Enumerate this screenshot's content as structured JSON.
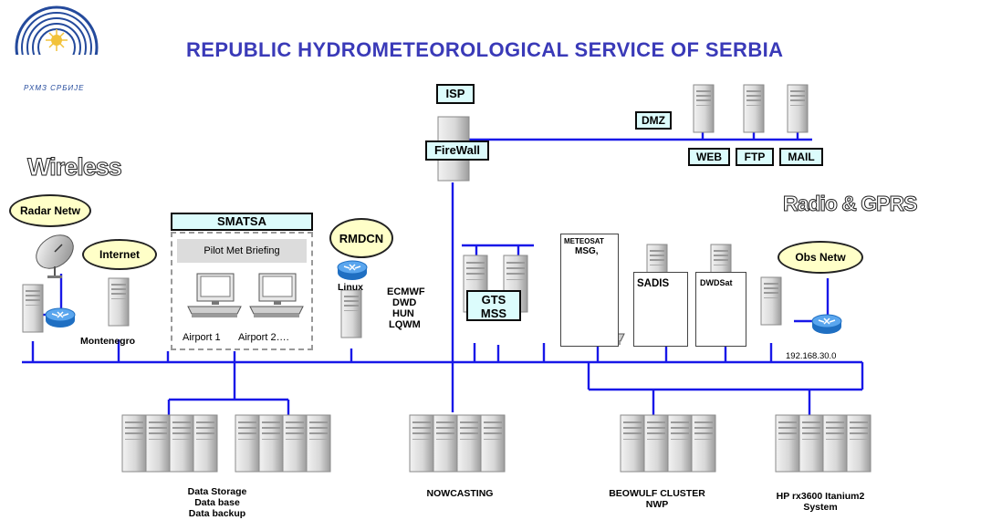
{
  "header": {
    "title": "REPUBLIC HYDROMETEOROLOGICAL SERVICE OF SERBIA",
    "logo_text": "РХМЗ СРБИЈЕ"
  },
  "labels": {
    "isp": "ISP",
    "firewall": "FireWall",
    "dmz": "DMZ",
    "web": "WEB",
    "ftp": "FTP",
    "mail": "MAIL",
    "wireless": "Wireless",
    "radar_netw": "Radar Netw",
    "internet": "Internet",
    "montenegro": "Montenegro",
    "smatsa": "SMATSA",
    "pilot_met_briefing": "Pilot Met Briefing",
    "airport1": "Airport 1",
    "airport2": "Airport 2….",
    "rmdcn": "RMDCN",
    "linux": "Linux",
    "ecmwf_list": [
      "ECMWF",
      "DWD",
      "HUN",
      "LQWM"
    ],
    "gts_mss": [
      "GTS",
      "MSS"
    ],
    "meteosat": "METEOSAT",
    "msg": "MSG,",
    "sadis": "SADIS",
    "dwdsat": "DWDSat",
    "radio_gprs": "Radio & GPRS",
    "obs_netw": "Obs Netw",
    "ip": "192.168.30.0",
    "data_storage": [
      "Data Storage",
      "Data base",
      "Data backup"
    ],
    "nowcasting": "NOWCASTING",
    "beowulf": [
      "BEOWULF CLUSTER",
      "NWP"
    ],
    "hp": [
      "HP rx3600 Itanium2",
      "System"
    ]
  },
  "colors": {
    "title": "#3a3ab8",
    "link": "#1818e8",
    "box_fill": "#dcfcfc",
    "cloud_fill": "#ffffc8",
    "router": "#2a7fd4"
  }
}
